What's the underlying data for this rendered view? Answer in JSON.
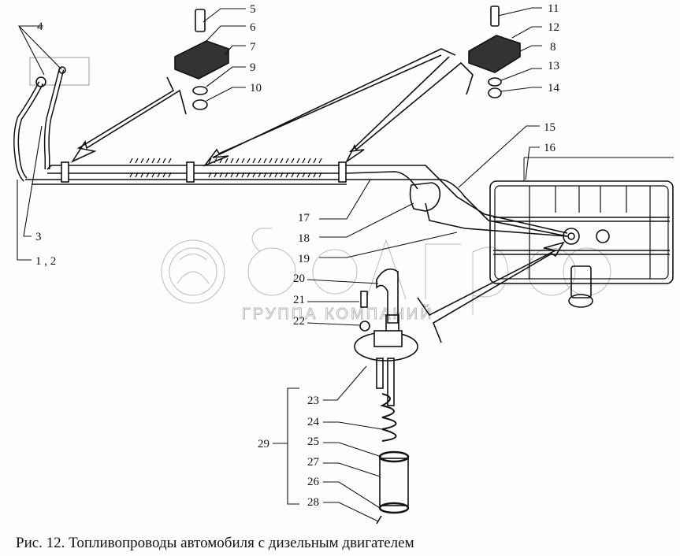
{
  "figure": {
    "caption": "Рис. 12. Топливопроводы автомобиля  с дизельным двигателем",
    "watermark": {
      "brand": "белагро",
      "subtitle": "ГРУППА КОМПАНИЙ"
    }
  },
  "callouts": {
    "c1_2": "1 , 2",
    "c3": "3",
    "c4": "4",
    "c5": "5",
    "c6": "6",
    "c7": "7",
    "c8": "8",
    "c9": "9",
    "c10": "10",
    "c11": "11",
    "c12": "12",
    "c13": "13",
    "c14": "14",
    "c15": "15",
    "c16": "16",
    "c17": "17",
    "c18": "18",
    "c19": "19",
    "c20": "20",
    "c21": "21",
    "c22": "22",
    "c23": "23",
    "c24": "24",
    "c25": "25",
    "c26": "26",
    "c27": "27",
    "c28": "28",
    "c29": "29"
  },
  "colors": {
    "line": "#111111",
    "watermark": "#b8b8b8",
    "background": "#fefefe"
  }
}
